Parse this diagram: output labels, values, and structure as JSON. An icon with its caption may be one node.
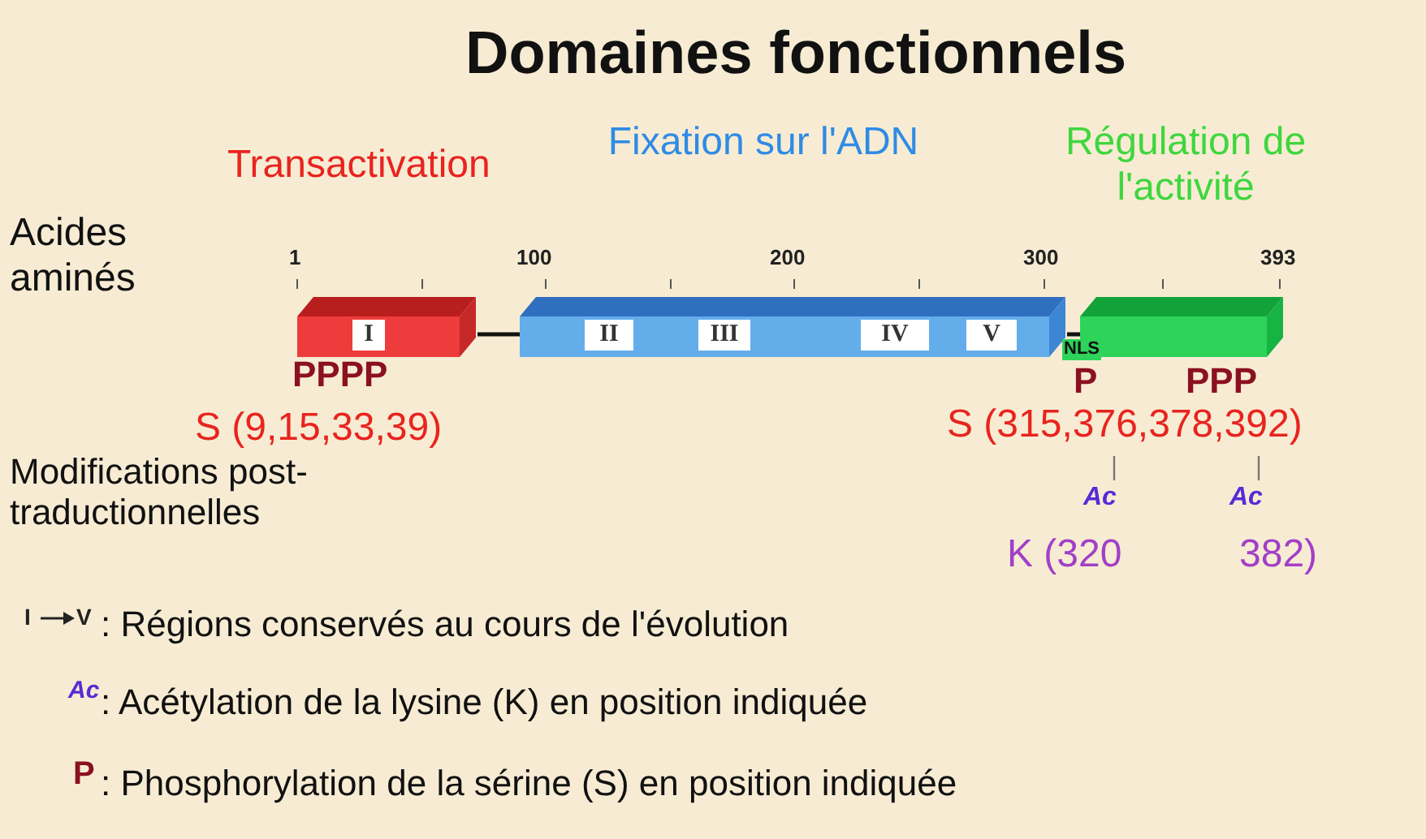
{
  "diagram": {
    "title": "Domaines fonctionnels",
    "nodes": [
      {
        "text": [
          "I"
        ]
      },
      {
        "text": [
          "II",
          "III",
          "IV",
          "V"
        ]
      },
      {
        "text": [],
        "shape": "bar"
      }
    ],
    "edges": [
      {
        "from": 0,
        "to": 1,
        "arrow": "none"
      },
      {
        "from": 1,
        "to": 2,
        "arrow": "none",
        "label": "NLS"
      }
    ],
    "labels": [
      "Transactivation",
      "Fixation sur l'ADN",
      "Régulation de l'activité",
      "Acides aminés",
      "1",
      "100",
      "200",
      "300",
      "393",
      "PPPP",
      "S (9,15,33,39)",
      "P",
      "PPP",
      "S (315,376,378,392)",
      "Modifications post-traductionnelles",
      "Ac",
      "Ac",
      "K (320",
      "382)",
      "I",
      "V",
      "Ac",
      "P"
    ],
    "legend": [
      {
        "text": ": Régions conservés au cours de l'évolution"
      },
      {
        "text": ": Acétylation de la lysine (K) en position indiquée"
      },
      {
        "text": ": Phosphorylation de la sérine (S) en position indiquée"
      }
    ]
  }
}
